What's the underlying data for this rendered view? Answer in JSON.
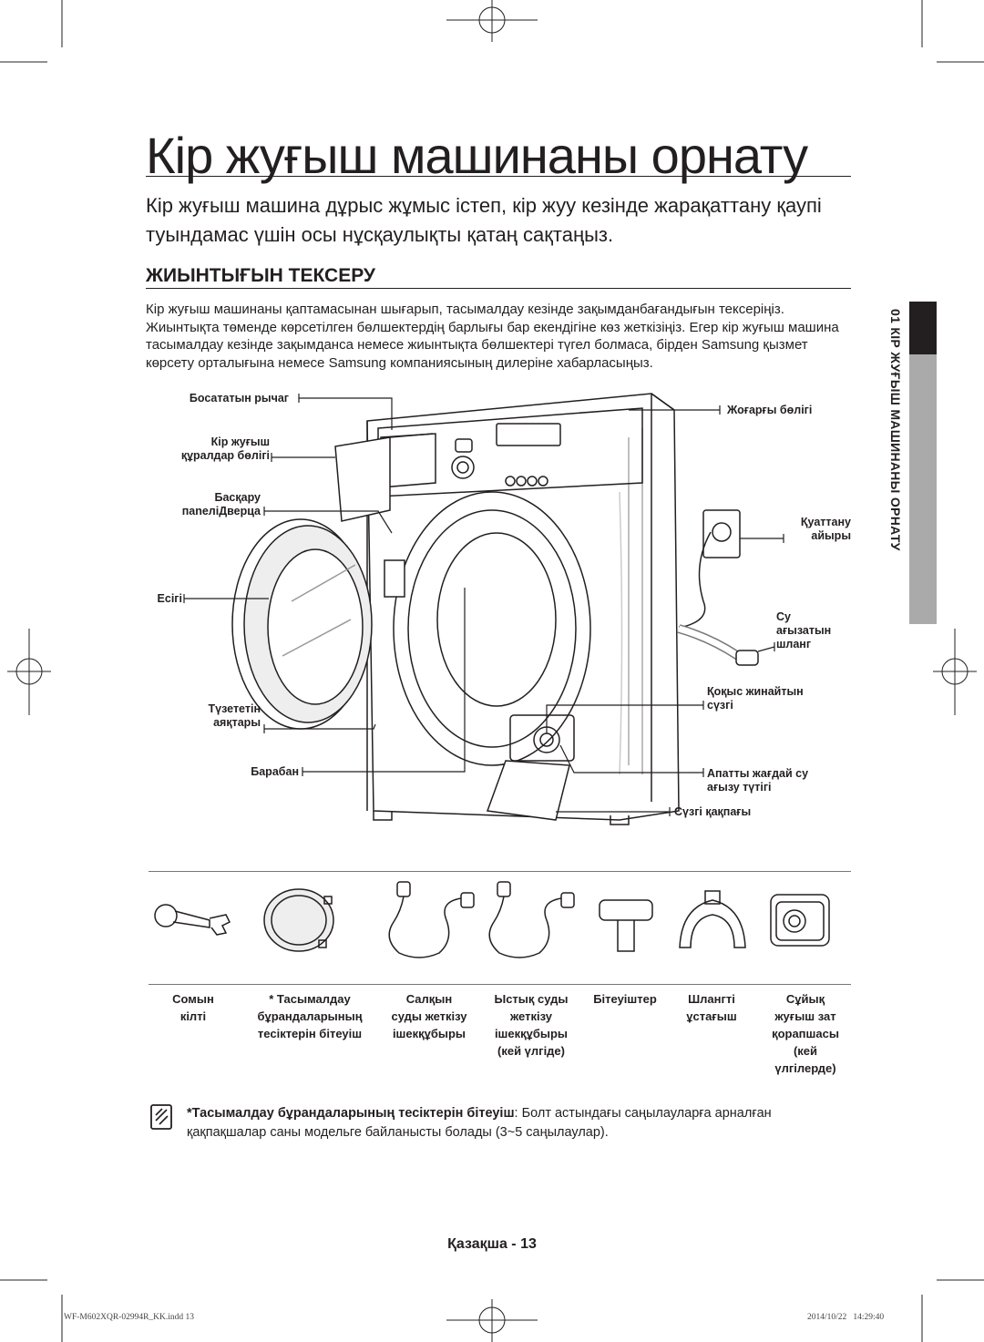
{
  "title": "Кір жуғыш машинаны орнату",
  "intro": "Кір жуғыш машина дұрыс жұмыс істеп, кір жуу кезінде жарақаттану қаупі туындамас үшін осы нұсқаулықты қатаң сақтаңыз.",
  "section_heading": "ЖИЫНТЫҒЫН ТЕКСЕРУ",
  "section_body": "Кір жуғыш машинаны қаптамасынан шығарып, тасымалдау кезінде зақымданбағандығын тексеріңіз. Жиынтықта төменде көрсетілген бөлшектердің барлығы бар екендігіне көз жеткізіңіз. Егер кір жуғыш машина тасымалдау кезінде зақымданса немесе жиынтықта бөлшектері түгел болмаса, бірден Samsung қызмет көрсету орталығына немесе Samsung компаниясының дилеріне хабарласыңыз.",
  "side_tab": "01 КІР ЖУҒЫШ МАШИНАНЫ ОРНАТУ",
  "diagram_labels": {
    "release_lever": "Босататын рычаг",
    "detergent_drawer_1": "Кір жуғыш",
    "detergent_drawer_2": "құралдар бөлігі",
    "control_panel_1": "Басқару",
    "control_panel_2": "паneліДверца",
    "door": "Есігі",
    "leveling_feet_1": "Түзететін",
    "leveling_feet_2": "аяқтары",
    "drum": "Барабан",
    "top_panel": "Жоғарғы бөлігі",
    "power_plug_1": "Қуаттану",
    "power_plug_2": "айыры",
    "drain_hose_1": "Су",
    "drain_hose_2": "ағызатын",
    "drain_hose_3": "шланг",
    "debris_filter_1": "Қоқыс жинайтын",
    "debris_filter_2": "сүзгі",
    "emergency_drain_1": "Апатты жағдай су",
    "emergency_drain_2": "ағызу түтігі",
    "filter_cover": "Сүзгі қақпағы"
  },
  "accessories": [
    {
      "lines": [
        "Сомын",
        "кілті"
      ]
    },
    {
      "lines": [
        "* Тасымалдау",
        "бұрандаларының",
        "тесіктерін бітеуіш"
      ]
    },
    {
      "lines": [
        "Салқын",
        "суды жеткізу",
        "ішекқұбыры"
      ]
    },
    {
      "lines": [
        "Ыстық суды",
        "жеткізу",
        "ішекқұбыры",
        "(кей үлгіде)"
      ]
    },
    {
      "lines": [
        "Бітеуіштер"
      ]
    },
    {
      "lines": [
        "Шлангті",
        "ұстағыш"
      ]
    },
    {
      "lines": [
        "Сұйық",
        "жуғыш зат",
        "қорапшасы",
        "(кей",
        "үлгілерде)"
      ]
    }
  ],
  "note_bold": "*Тасымалдау бұрандаларының тесіктерін бітеуіш",
  "note_text": ": Болт астындағы саңылауларға арналған қақпақшалар саны модельге байланысты болады (3~5 саңылаулар).",
  "footer": "Қазақша - 13",
  "print_meta": {
    "file": "WF-M602XQR-02994R_KK.indd   13",
    "date": "2014/10/22",
    "time": "14:29:40"
  },
  "icons": [
    "spanner-icon",
    "cap-icon",
    "hose-icon",
    "hose-icon",
    "plug-icon",
    "hose-holder-icon",
    "detergent-box-icon",
    "note-icon"
  ]
}
